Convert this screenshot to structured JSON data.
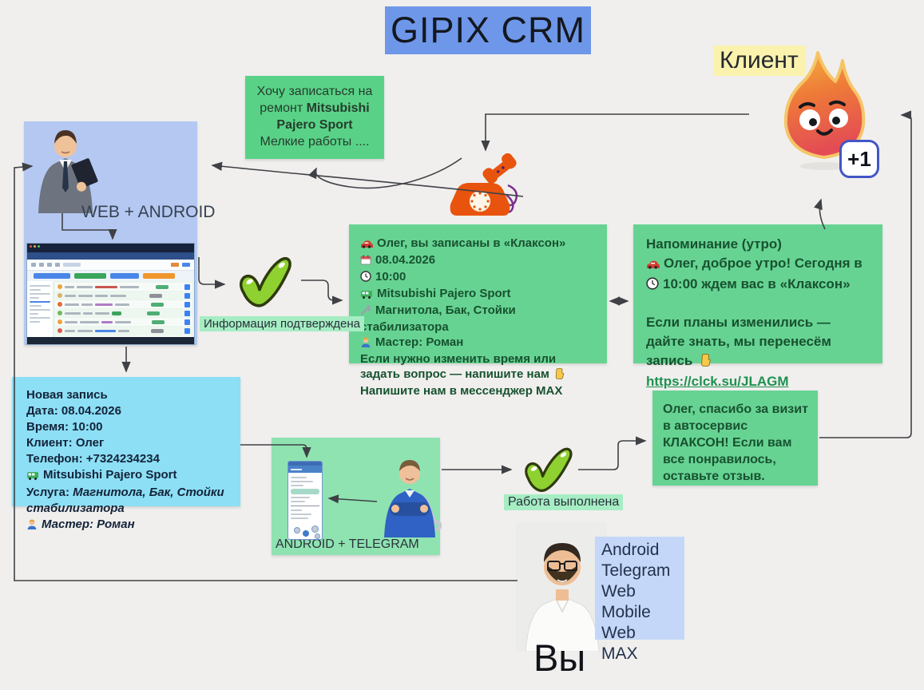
{
  "title": "GIPIX CRM",
  "client_label": "Клиент",
  "plus_badge": "+1",
  "you_label": "Вы",
  "request_note": {
    "line1": "Хочу записаться на",
    "line2_prefix": "ремонт ",
    "line2_bold": "Mitsubishi",
    "line3_bold": "Pajero Sport",
    "line4": "Мелкие работы ...."
  },
  "crm_panel": {
    "caption": "WEB + ANDROID"
  },
  "confirm_label": "Информация подтверждена",
  "booking_message": {
    "line_car": "Олег, вы записаны в «Клаксон»",
    "line_date": "08.04.2026",
    "line_time": "10:00",
    "line_vehicle": "Mitsubishi Pajero Sport",
    "line_service": "Магнитола, Бак, Стойки стабилизатора",
    "line_master": "Мастер: Роман",
    "footer_1": "Если нужно изменить время или задать вопрос — напишите нам",
    "footer_2": "Напишите нам в мессенджер МАХ"
  },
  "reminder_message": {
    "title": "Напоминание (утро)",
    "line_car": "Олег, доброе утро! Сегодня в",
    "line_time": "10:00  ждем вас в «Клаксон»",
    "line_reschedule": "Если планы изменились — дайте знать, мы перенесём запись",
    "link": "https://clck.su/JLAGM"
  },
  "new_record": {
    "title": "Новая запись",
    "date": "Дата: 08.04.2026",
    "time": "Время: 10:00",
    "client": "Клиент: Олег",
    "phone": "Телефон: +7324234234",
    "vehicle": "Mitsubishi Pajero Sport",
    "service_label": "Услуга: ",
    "service_value": "Магнитола, Бак, Стойки стабилизатора",
    "master": "Мастер: Роман"
  },
  "work_panel": {
    "caption": "ANDROID + TELEGRAM"
  },
  "done_label": "Работа выполнена",
  "thanks_message": "Олег, спасибо за визит в автосервис КЛАКСОН! Если вам все понравилось, оставьте отзыв.",
  "you_channels": [
    "Android",
    "Telegram",
    "Web",
    "Mobile Web",
    "MAX"
  ],
  "icons": [
    "car-icon",
    "calendar-icon",
    "clock-icon",
    "van-icon",
    "wrench-icon",
    "mechanic-icon",
    "pointing-hand-icon",
    "telephone-icon",
    "checkmark-icon",
    "flame-mascot"
  ],
  "colors": {
    "background": "#f0efed",
    "title_box": "#6e97e9",
    "green_note": "#67d393",
    "light_green_chip": "#a6edc4",
    "blue_panel": "#b4c8f1",
    "cyan_box": "#8cdff5",
    "channels_box": "#c4d7f8",
    "client_highlight": "#fbf2ad",
    "dark_green_text": "#17522f",
    "link_green": "#1e9150",
    "arrow": "#3f4146"
  }
}
